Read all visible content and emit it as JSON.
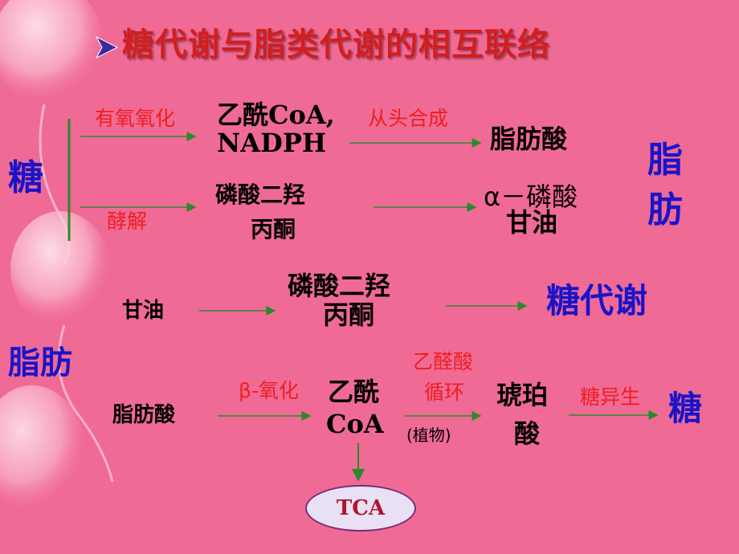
{
  "title": "糖代谢与脂类代谢的相互联络",
  "labels": {
    "tang_left": "糖",
    "zhifang_right_1": "脂",
    "zhifang_right_2": "肪",
    "zhifang_left": "脂肪",
    "youyang": "有氧氧化",
    "acetylcoa_1": "乙酰CoA,",
    "nadph": "NADPH",
    "congtou": "从头合成",
    "fatty_acid_top": "脂肪酸",
    "jiejie": "酵解",
    "dhap_top_1": "磷酸二羟",
    "dhap_top_2": "丙酮",
    "alpha_glycerol_1": "α－磷酸",
    "alpha_glycerol_2": "甘油",
    "glycerol": "甘油",
    "dhap_mid_1": "磷酸二羟",
    "dhap_mid_2": "丙酮",
    "tangdaixie": "糖代谢",
    "fatty_acid_bottom": "脂肪酸",
    "beta_ox": "β-氧化",
    "acetyl_1": "乙酰",
    "acetyl_2": "CoA",
    "glyoxylate_1": "乙醛酸",
    "glyoxylate_2": "循环",
    "plant": "(植物)",
    "succinate_1": "琥珀",
    "succinate_2": "酸",
    "gluconeo": "糖异生",
    "tang_right": "糖",
    "tca": "TCA"
  },
  "colors": {
    "background": "#f06a96",
    "title": "#d21e1e",
    "blue_text": "#1a14c8",
    "red_text": "#f01e1e",
    "arrow_green": "#2a8a2a"
  }
}
